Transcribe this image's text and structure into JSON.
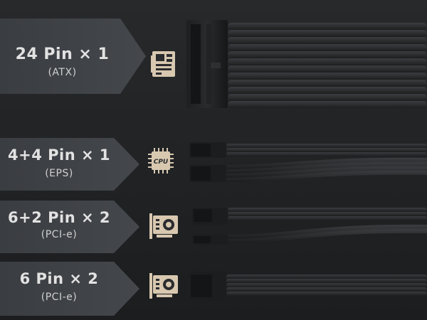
{
  "rows": [
    {
      "title": "24 Pin × 1",
      "subtitle": "(ATX)",
      "icon": "motherboard-icon"
    },
    {
      "title": "4+4 Pin × 1",
      "subtitle": "(EPS)",
      "icon": "cpu-icon",
      "icon_label": "CPU"
    },
    {
      "title": "6+2 Pin × 2",
      "subtitle": "(PCI-e)",
      "icon": "graphics-card-icon"
    },
    {
      "title": "6 Pin × 2",
      "subtitle": "(PCI-e)",
      "icon": "graphics-card-icon"
    }
  ],
  "colors": {
    "background": "#222426",
    "arrow": "#3f4246",
    "icon": "#d8c8b0",
    "cable": "#2a2c2e",
    "connector": "#1a1b1c"
  }
}
